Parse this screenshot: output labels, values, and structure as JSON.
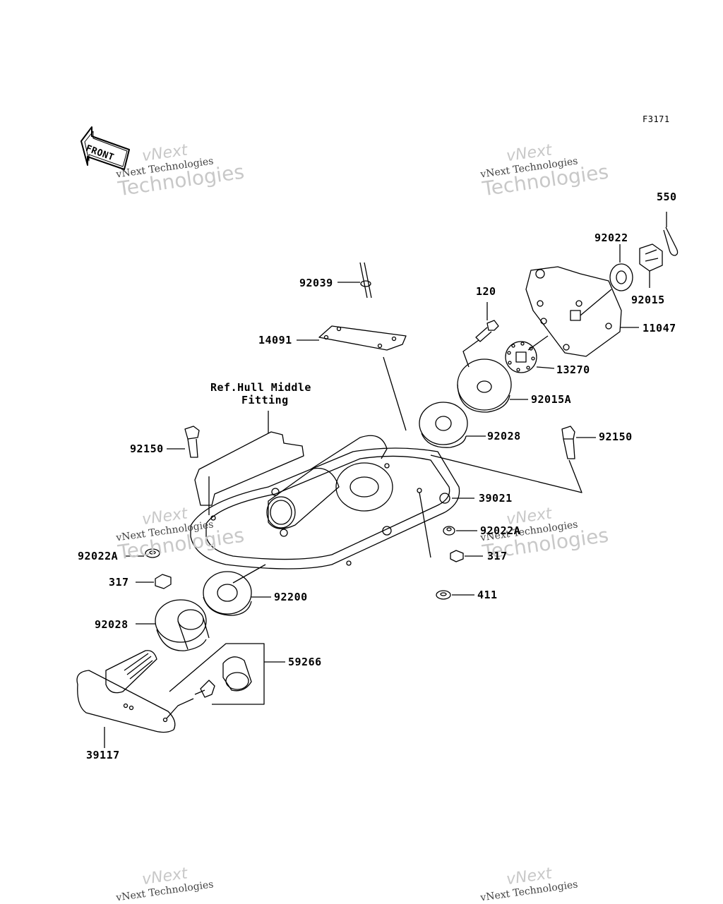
{
  "diagram_code": "F3171",
  "front_label": "FRONT",
  "reference_note": [
    "Ref.Hull Middle",
    "Fitting"
  ],
  "watermark": {
    "line1": "vNext",
    "line2": "vNext Technologies",
    "line3": "Technologies"
  },
  "parts": {
    "p550": "550",
    "p92022": "92022",
    "p92015": "92015",
    "p11047": "11047",
    "p120": "120",
    "p92039": "92039",
    "p14091": "14091",
    "p13270": "13270",
    "p92015A": "92015A",
    "p92028_top": "92028",
    "p92150_left": "92150",
    "p92150_right": "92150",
    "p39021": "39021",
    "p92022A_right": "92022A",
    "p317_right": "317",
    "p411": "411",
    "p92022A_left": "92022A",
    "p317_left": "317",
    "p92200": "92200",
    "p92028_bottom": "92028",
    "p59266": "59266",
    "p39117": "39117"
  },
  "colors": {
    "line": "#000000",
    "watermark": "#c8c8c8",
    "background": "#ffffff"
  }
}
